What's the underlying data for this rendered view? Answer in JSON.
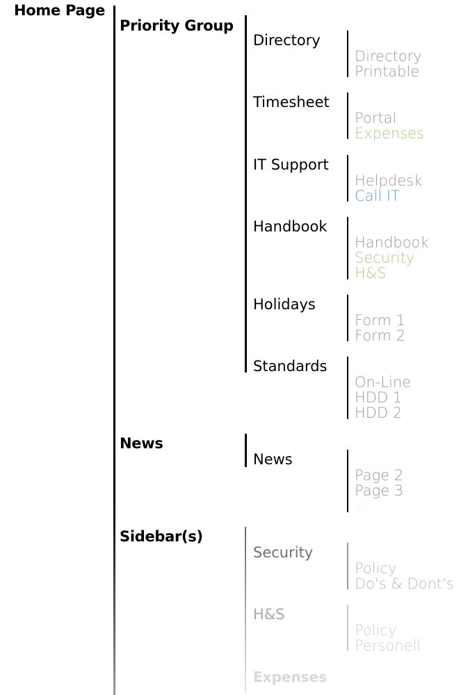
{
  "root": {
    "label": "Home Page"
  },
  "sections": [
    {
      "label": "Priority Group",
      "items": [
        {
          "label": "Directory",
          "leaves": [
            {
              "label": "Directory",
              "color": "#9a9a9a"
            },
            {
              "label": "Printable",
              "color": "#9a9a9a"
            }
          ]
        },
        {
          "label": "Timesheet",
          "leaves": [
            {
              "label": "Portal",
              "color": "#9a9a9a"
            },
            {
              "label": "Expenses",
              "color": "#a6cf7a"
            }
          ]
        },
        {
          "label": "IT Support",
          "leaves": [
            {
              "label": "Helpdesk",
              "color": "#9a9a9a"
            },
            {
              "label": "Call IT",
              "color": "#5aa0d8"
            }
          ]
        },
        {
          "label": "Handbook",
          "leaves": [
            {
              "label": "Handbook",
              "color": "#9a9a9a"
            },
            {
              "label": "Security",
              "color": "#a6cf7a"
            },
            {
              "label": "H&S",
              "color": "#a6cf7a"
            }
          ]
        },
        {
          "label": "Holidays",
          "leaves": [
            {
              "label": "Form 1",
              "color": "#9a9a9a"
            },
            {
              "label": "Form 2",
              "color": "#9a9a9a"
            }
          ]
        },
        {
          "label": "Standards",
          "leaves": [
            {
              "label": "On-Line",
              "color": "#9a9a9a"
            },
            {
              "label": "HDD 1",
              "color": "#9a9a9a"
            },
            {
              "label": "HDD 2",
              "color": "#9a9a9a"
            }
          ]
        }
      ]
    },
    {
      "label": "News",
      "items": [
        {
          "label": "News",
          "leaves": [
            {
              "label": "Page 2",
              "color": "#9a9a9a"
            },
            {
              "label": "Page 3",
              "color": "#9a9a9a"
            },
            {
              "label": "...",
              "color": "#c8c8c8"
            }
          ]
        }
      ]
    },
    {
      "label": "Sidebar(s)",
      "items": [
        {
          "label": "Security",
          "leaves": [
            {
              "label": "Policy",
              "color": "#b8b8b8"
            },
            {
              "label": "Do's & Dont's",
              "color": "#b8b8b8"
            }
          ]
        },
        {
          "label": "H&S",
          "leaves": [
            {
              "label": "Policy",
              "color": "#d0d0d0"
            },
            {
              "label": "Personell",
              "color": "#d0d0d0"
            }
          ]
        },
        {
          "label": "Expenses",
          "leaves": []
        }
      ]
    }
  ],
  "colors": {
    "line": "#000000",
    "green": "#a6cf7a",
    "blue": "#5aa0d8",
    "gray": "#9a9a9a"
  }
}
